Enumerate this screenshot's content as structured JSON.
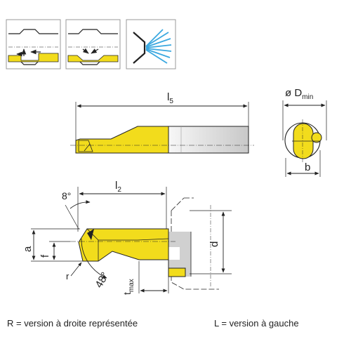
{
  "colors": {
    "insert_yellow": "#f2dc1c",
    "outline": "#222222",
    "shank_gray": "#d4d4d4",
    "coolant_blue": "#3aa8e0"
  },
  "icons": {
    "machining_icons": [
      "internal-turning-icon",
      "profiling-icon",
      "coolant-spray-icon"
    ]
  },
  "labels": {
    "l5": "l",
    "l5_sub": "5",
    "dmin_prefix": "ø D",
    "dmin_sub": "min",
    "b": "b",
    "l2": "l",
    "l2_sub": "2",
    "angle_top": "8°",
    "angle_bottom": "48°",
    "a": "a",
    "f": "f",
    "d": "d",
    "r": "r",
    "t": "t",
    "t_sub": "max"
  },
  "footer": {
    "left": "R = version à droite représentée",
    "right": "L = version à gauche"
  }
}
